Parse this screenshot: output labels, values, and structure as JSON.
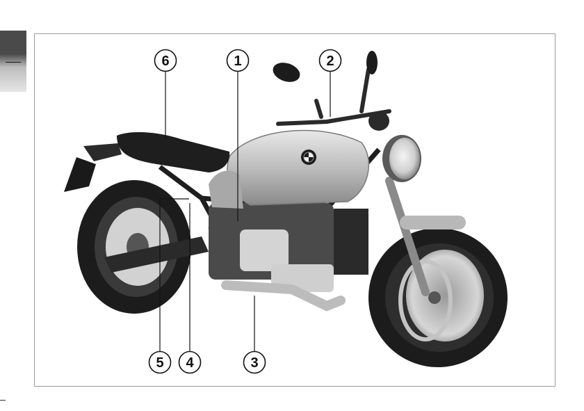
{
  "callouts": [
    {
      "id": "1",
      "label": "1"
    },
    {
      "id": "2",
      "label": "2"
    },
    {
      "id": "3",
      "label": "3"
    },
    {
      "id": "4",
      "label": "4"
    },
    {
      "id": "5",
      "label": "5"
    },
    {
      "id": "6",
      "label": "6"
    }
  ],
  "figure": {
    "subject": "motorcycle-illustration",
    "logo": "BMW",
    "colors": {
      "frame": "#9a9a9a",
      "tab_dark": "#4a4a4a",
      "metal": "#c8c8c8",
      "rubber": "#1c1c1c"
    }
  }
}
